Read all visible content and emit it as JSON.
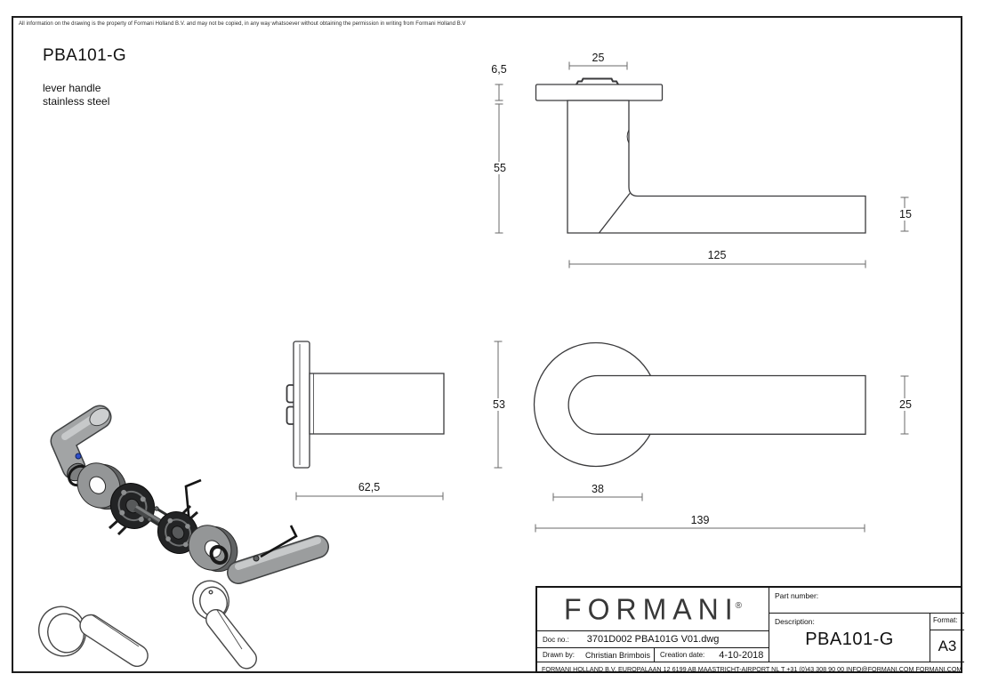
{
  "page": {
    "disclaimer": "All information on the drawing is the property of Formani Holland B.V. and may not be copied, in any way whatsoever without obtaining the permission in writing from Formani Holland B.V",
    "title": "PBA101-G",
    "subtitle_line1": "lever handle",
    "subtitle_line2": "stainless steel"
  },
  "dimensions": {
    "side_view": {
      "spindle_cap_width": "25",
      "rose_thickness": "6,5",
      "neck_height": "55",
      "lever_thickness": "15",
      "lever_length": "125"
    },
    "profile_view": {
      "height": "53",
      "depth": "62,5"
    },
    "front_view": {
      "lever_width": "25",
      "rose_diameter": "38",
      "total_length": "139"
    }
  },
  "title_block": {
    "logo": "FORMANI",
    "logo_reg": "®",
    "doc_no_label": "Doc no.:",
    "doc_no_value": "3701D002 PBA101G V01.dwg",
    "drawn_by_label": "Drawn by:",
    "drawn_by_value": "Christian Brimbois",
    "creation_date_label": "Creation date:",
    "creation_date_value": "4-10-2018",
    "part_number_label": "Part number:",
    "description_label": "Description:",
    "description_value": "PBA101-G",
    "format_label": "Format:",
    "format_value": "A3",
    "contact": "FORMANI HOLLAND B.V.  EUROPALAAN 12  6199 AB MAASTRICHT-AIRPORT NL  T +31 (0)43 308 90 00 INFO@FORMANI.COM FORMANI.COM"
  },
  "colors": {
    "outline": "#3a3a3c",
    "dimension_line": "#6a6a6a",
    "steel_gray": "#9b9d9e",
    "dark_fitting": "#232425",
    "screw_blue": "#2f4fc9"
  }
}
